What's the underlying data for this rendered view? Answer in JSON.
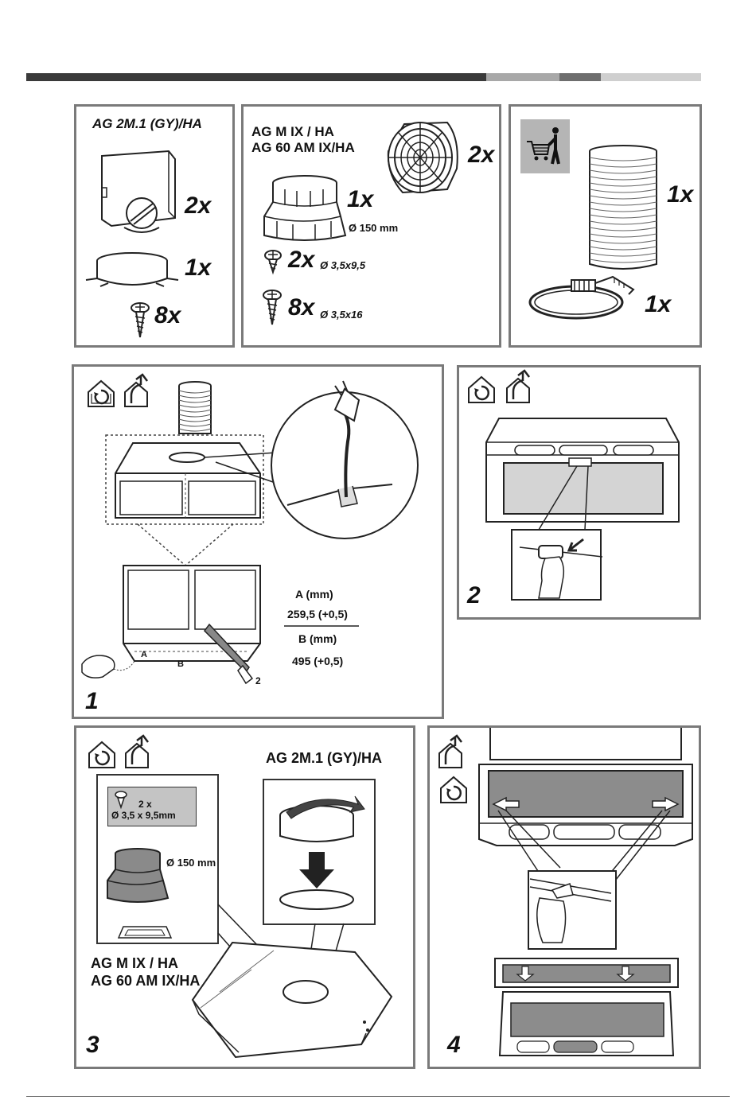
{
  "header_bar": {
    "colors": [
      "#3a3a3a",
      "#a8a8a8",
      "#6e6e6e",
      "#cfcfcf"
    ]
  },
  "parts": {
    "panel_a": {
      "title": "AG 2M.1 (GY)/HA",
      "items": [
        {
          "icon": "duct-adapter-icon",
          "qty": "2x"
        },
        {
          "icon": "flange-ring-icon",
          "qty": "1x"
        },
        {
          "icon": "screw-icon",
          "qty": "8x"
        }
      ]
    },
    "panel_b": {
      "title_lines": [
        "AG M IX / HA",
        "AG 60 AM IX/HA"
      ],
      "items": [
        {
          "icon": "carbon-filter-icon",
          "qty": "2x"
        },
        {
          "icon": "duct-connector-icon",
          "qty": "1x",
          "note": "Ø 150 mm"
        },
        {
          "icon": "screw-icon",
          "qty": "2x",
          "note": "Ø 3,5x9,5"
        },
        {
          "icon": "screw-icon",
          "qty": "8x",
          "note": "Ø 3,5x16"
        }
      ]
    },
    "panel_c": {
      "badge_icon": "shopping-cart-icon",
      "items": [
        {
          "icon": "flexible-duct-icon",
          "qty": "1x"
        },
        {
          "icon": "hose-clamp-icon",
          "qty": "1x"
        }
      ]
    }
  },
  "steps": {
    "step1": {
      "number": "1",
      "dimensions": {
        "a_label": "A (mm)",
        "a_value": "259,5 (+0,5)",
        "b_label": "B (mm)",
        "b_value": "495 (+0,5)"
      },
      "cut_labels": {
        "a": "A",
        "b": "B",
        "saw": "2"
      }
    },
    "step2": {
      "number": "2"
    },
    "step3": {
      "number": "3",
      "model_top": "AG 2M.1 (GY)/HA",
      "models_bottom": [
        "AG M IX / HA",
        "AG 60 AM IX/HA"
      ],
      "screw_qty": "2 x",
      "screw_size": "Ø 3,5 x 9,5mm",
      "duct_diameter": "Ø 150 mm"
    },
    "step4": {
      "number": "4"
    }
  },
  "colors": {
    "border": "#7a7a7a",
    "filter_grey": "#8c8c8c",
    "badge_grey": "#b5b5b5"
  }
}
